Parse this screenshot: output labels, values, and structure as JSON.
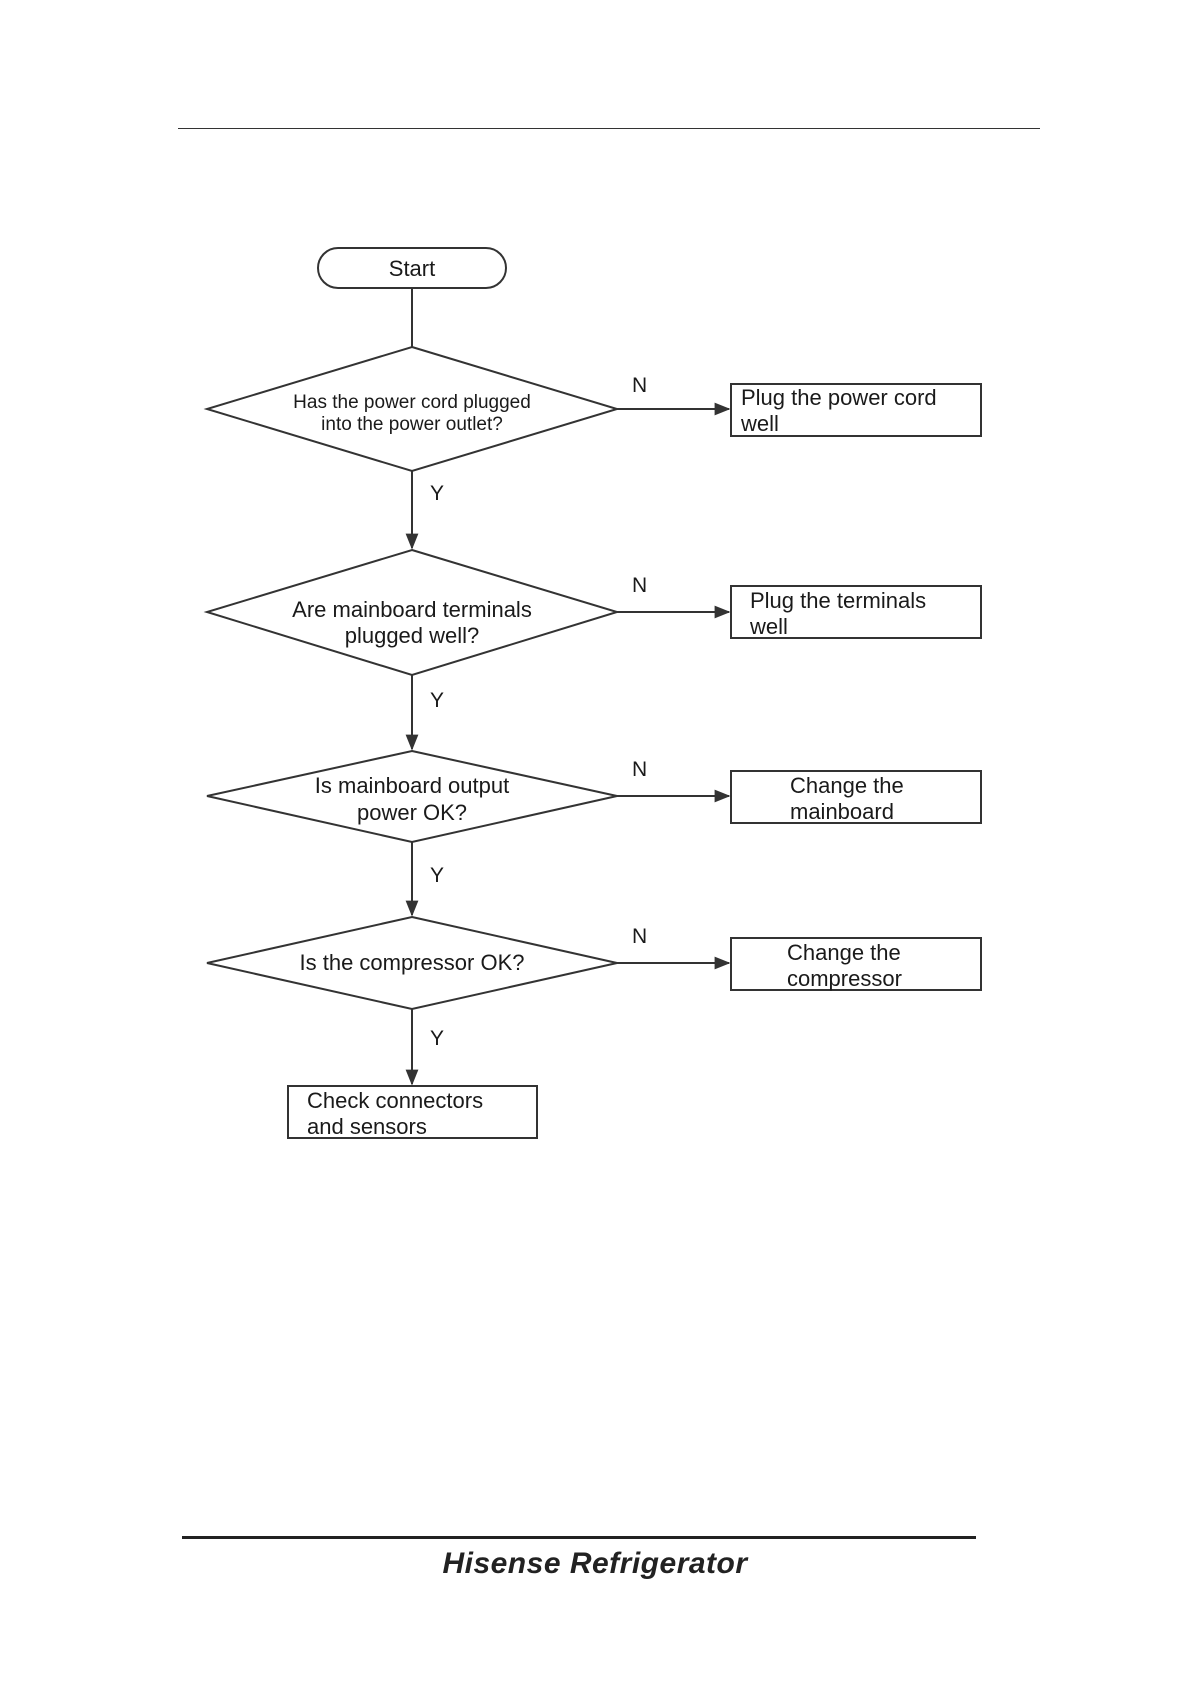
{
  "footer": {
    "brand": "Hisense Refrigerator"
  },
  "flowchart": {
    "start": "Start",
    "decisions": [
      {
        "lines": [
          "Has the power cord plugged",
          "into the power outlet?"
        ],
        "no_label": "N",
        "yes_label": "Y",
        "action_lines": [
          "Plug the power cord",
          "well"
        ]
      },
      {
        "lines": [
          "Are mainboard terminals",
          "plugged well?"
        ],
        "no_label": "N",
        "yes_label": "Y",
        "action_lines": [
          "Plug the terminals",
          "well"
        ]
      },
      {
        "lines": [
          "Is mainboard output",
          "power OK?"
        ],
        "no_label": "N",
        "yes_label": "Y",
        "action_lines": [
          "Change the",
          "mainboard"
        ]
      },
      {
        "lines": [
          "Is the compressor OK?"
        ],
        "no_label": "N",
        "yes_label": "Y",
        "action_lines": [
          "Change the",
          "compressor"
        ]
      }
    ],
    "end_lines": [
      "Check connectors",
      "and sensors"
    ]
  }
}
